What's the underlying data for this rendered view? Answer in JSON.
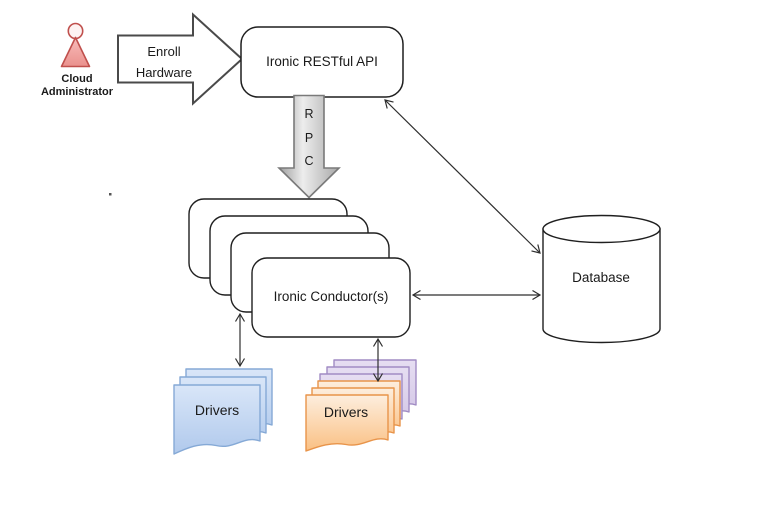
{
  "diagram": {
    "actor": {
      "name_line1": "Cloud",
      "name_line2": "Administrator"
    },
    "enroll_arrow": {
      "label_line1": "Enroll",
      "label_line2": "Hardware"
    },
    "api_node": {
      "label": "Ironic RESTful API"
    },
    "rpc_arrow": {
      "letter1": "R",
      "letter2": "P",
      "letter3": "C"
    },
    "conductor_node": {
      "label": "Ironic Conductor(s)"
    },
    "database_node": {
      "label": "Database"
    },
    "drivers_left": {
      "label": "Drivers"
    },
    "drivers_right": {
      "label": "Drivers"
    },
    "colors": {
      "actor_stroke": "#c0504d",
      "box_stroke": "#1f1f1f",
      "arrow_line": "#2e2e2e",
      "rpc_stroke": "#7a7a7a",
      "doc_blue_border": "#85a9d6",
      "doc_orange_border": "#e8944a",
      "doc_purple_border": "#a18cc4"
    }
  }
}
